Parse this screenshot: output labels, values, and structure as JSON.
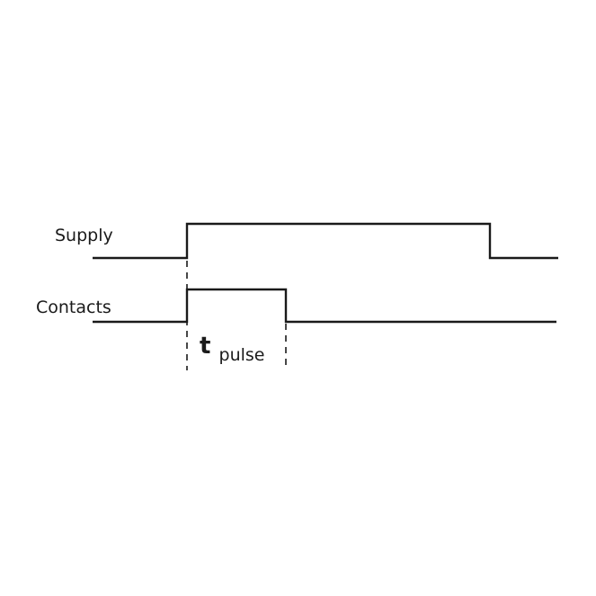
{
  "diagram": {
    "signals": [
      {
        "label": "Supply"
      },
      {
        "label": "Contacts"
      }
    ],
    "interval": {
      "symbol": "t",
      "subscript": "pulse"
    },
    "colors": {
      "line": "#1a1a1a",
      "background": "#ffffff"
    }
  }
}
